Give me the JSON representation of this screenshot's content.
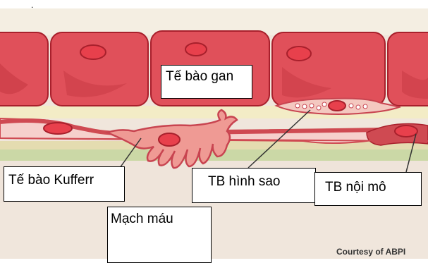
{
  "labels": {
    "hepatocyte": "Tế bào gan",
    "kupffer": "Tế bào Kufferr",
    "stellate": "TB hình sao",
    "endothelial": "TB nội mô",
    "vessel": "Mạch máu"
  },
  "credit": "Courtesy of ABPI",
  "colors": {
    "background_top": "#f4eee2",
    "cell_fill": "#e0505a",
    "cell_outline": "#a8202c",
    "nucleus": "#e8404c",
    "endothelium": "#cf4a52",
    "space_of_disse": "#f2e8c0",
    "sinusoid": "#f0e6dc",
    "green_band": "#c8d8a0"
  },
  "icons": [
    "kupffer-cell-icon",
    "stellate-cell-icon",
    "hepatocyte-icon"
  ]
}
